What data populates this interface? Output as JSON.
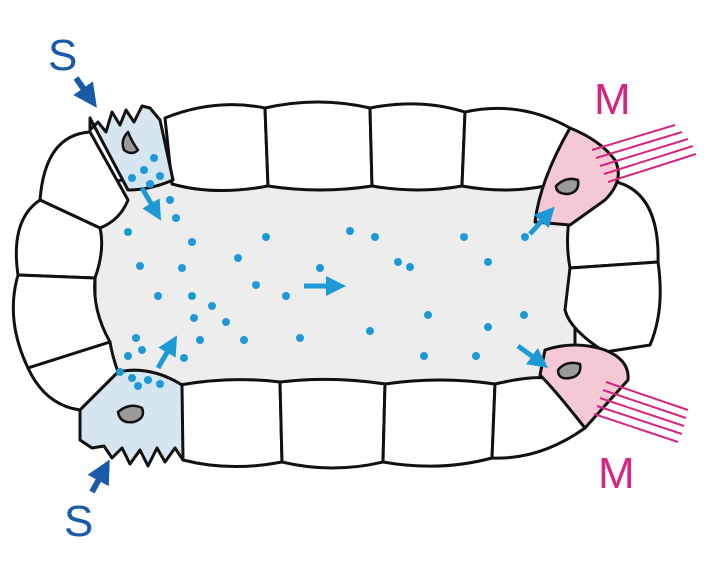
{
  "labels": {
    "s_top": "S",
    "s_bottom": "S",
    "m_top": "M",
    "m_bottom": "M"
  },
  "colors": {
    "secretory": "#1a5aa8",
    "muscle": "#d6267f",
    "dots": "#1d9ad6",
    "lumen": "#ededed",
    "s_cell": "#d6e6f0",
    "m_cell": "#f4c8d4",
    "nucleus": "#9a9a9a"
  }
}
